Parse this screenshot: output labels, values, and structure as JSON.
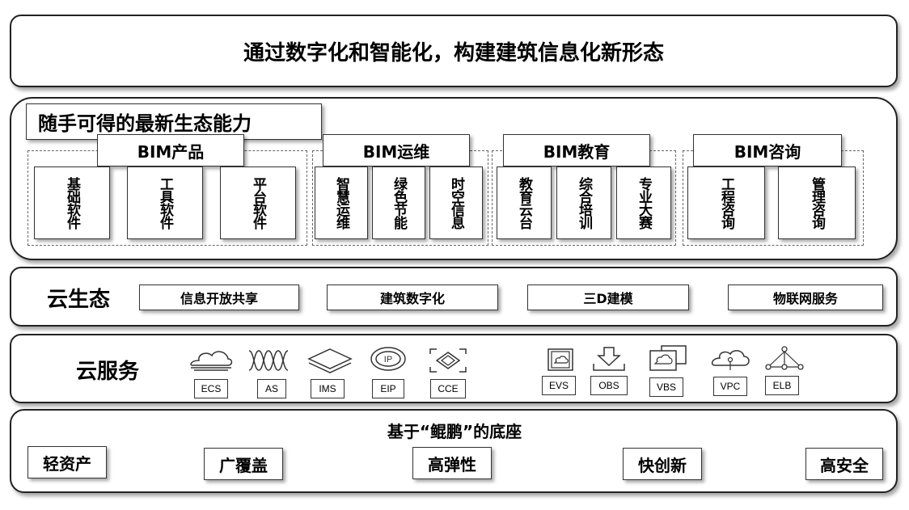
{
  "top_banner": "通过数字化和智能化，构建建筑信息化新形态",
  "ecosystem": {
    "title": "随手可得的最新生态能力",
    "groups": [
      {
        "name": "BIM产品",
        "items": [
          "基础软件",
          "工具软件",
          "平台软件"
        ]
      },
      {
        "name": "BIM运维",
        "items": [
          "智慧运维",
          "绿色节能",
          "时空信息"
        ]
      },
      {
        "name": "BIM教育",
        "items": [
          "教育云台",
          "综合培训",
          "专业大赛"
        ]
      },
      {
        "name": "BIM咨询",
        "items": [
          "工程咨询",
          "管理咨询"
        ]
      }
    ]
  },
  "cloud_ecology": {
    "label": "云生态",
    "items": [
      "信息开放共享",
      "建筑数字化",
      "三D建模",
      "物联网服务"
    ]
  },
  "cloud_services": {
    "label": "云服务",
    "services": [
      {
        "name": "ECS",
        "icon": "ecs-icon"
      },
      {
        "name": "AS",
        "icon": "as-icon"
      },
      {
        "name": "IMS",
        "icon": "ims-icon"
      },
      {
        "name": "EIP",
        "icon": "eip-icon"
      },
      {
        "name": "CCE",
        "icon": "cce-icon"
      },
      {
        "name": "EVS",
        "icon": "evs-icon"
      },
      {
        "name": "OBS",
        "icon": "obs-icon"
      },
      {
        "name": "VBS",
        "icon": "vbs-icon"
      },
      {
        "name": "VPC",
        "icon": "vpc-icon"
      },
      {
        "name": "ELB",
        "icon": "elb-icon"
      }
    ]
  },
  "base": {
    "title": "基于“鲲鹏”的底座",
    "items": [
      "轻资产",
      "广覆盖",
      "高弹性",
      "快创新",
      "高安全"
    ]
  }
}
